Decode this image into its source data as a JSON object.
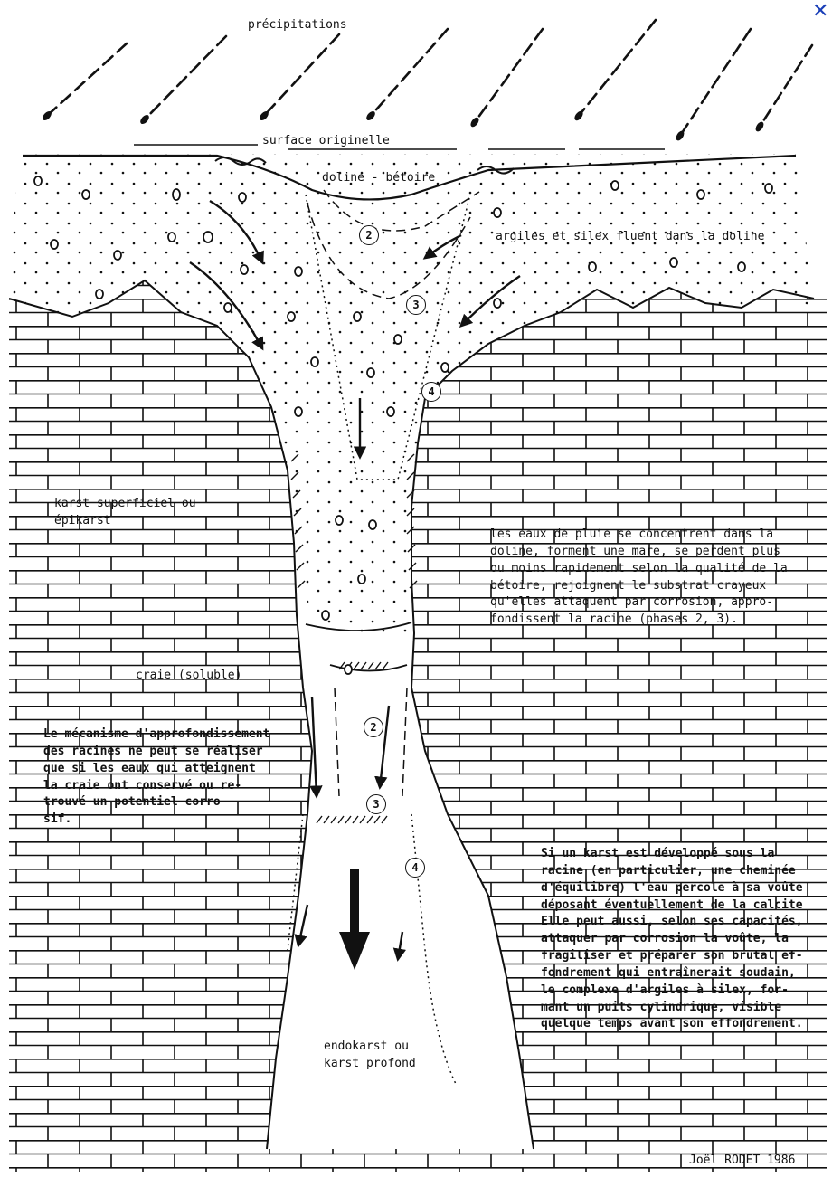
{
  "labels": {
    "precip": "précipitations",
    "surface": "surface originelle",
    "doline": "doline - bétoire",
    "argiles": "argiles et silex fluent dans la doline",
    "epikarst": "karst superficiel ou\népikarst",
    "eaux": "les eaux de pluie se concentrent dans la\ndoline, forment une mare, se perdent plus\nou moins rapidement selon la qualité de la\nbétoire, rejoignent le substrat crayeux\nqu'elles attaquent par corrosion, appro-\nfondissent la racine (phases 2, 3).",
    "craie": "craie (soluble)",
    "mecanisme": "Le mécanisme d'approfondissement\ndes racines ne peut se réaliser\nque si les eaux qui atteignent\nla craie ont conservé ou re-\ntrouvé un potentiel corro-\nsif.",
    "karst": "Si un karst est développé sous la\nracine (en particulier, une cheminée\nd'équilibre) l'eau percole à sa voûte\ndéposant éventuellement de la calcite\nElle peut aussi, selon ses capacités,\nattaquer par corrosion la voûte, la\nfragiliser et préparer son brutal ef-\nfondrement qui entraînerait soudain,\nle complexe d'argiles à silex, for-\nmant un puits cylindrique, visible\nquelque temps avant son effondrement.",
    "endokarst": "endokarst ou\nkarst profond",
    "signature": "Joël RODET 1986"
  },
  "markers": {
    "m2a": "2",
    "m3a": "3",
    "m4a": "4",
    "m2b": "2",
    "m3b": "3",
    "m4b": "4"
  },
  "ui": {
    "close": "✕"
  },
  "colors": {
    "ink": "#111111",
    "close": "#1a3fb8",
    "background": "#ffffff"
  }
}
